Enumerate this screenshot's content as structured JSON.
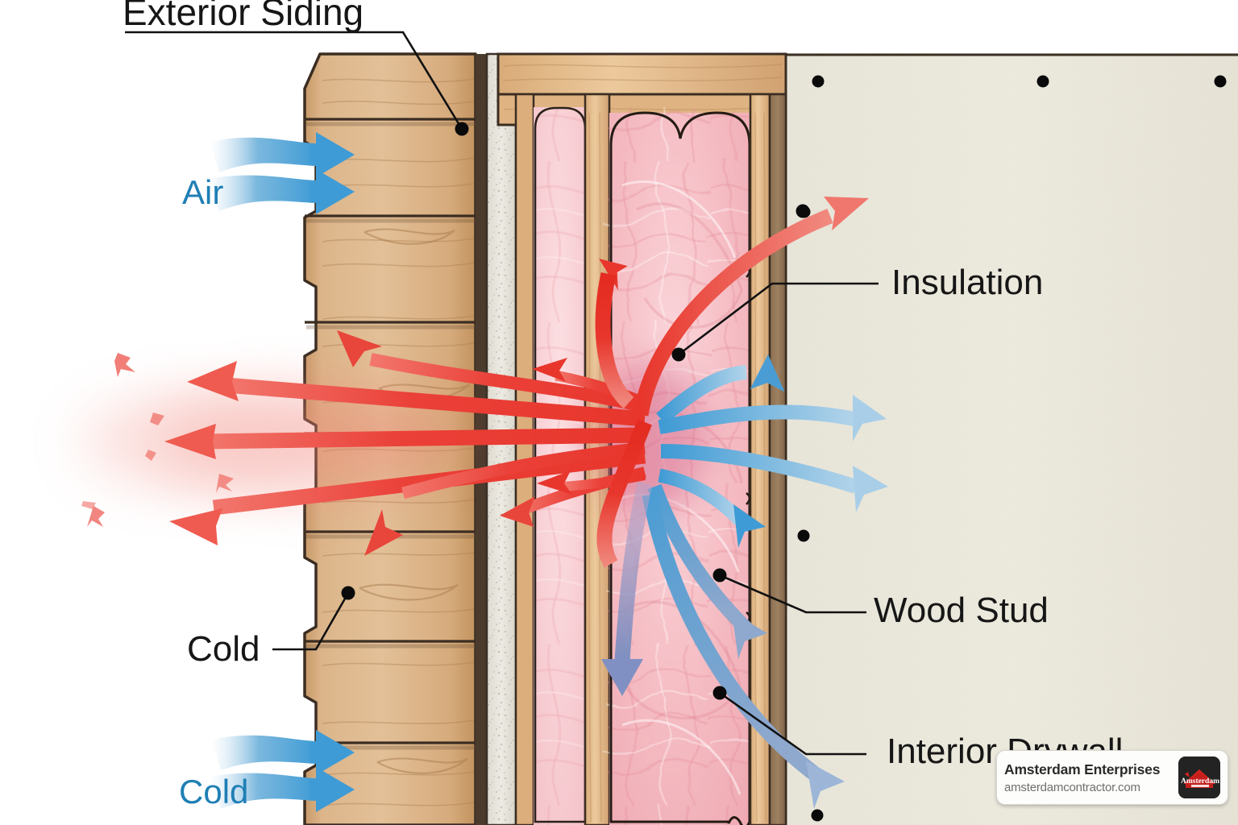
{
  "diagram": {
    "title": "Exterior Siding",
    "subject": "wall-section-heat-loss",
    "labels": {
      "exterior_siding": "Exterior Siding",
      "air": "Air",
      "cold_wall": "Cold",
      "cold_air": "Cold",
      "insulation": "Insulation",
      "wood_stud": "Wood Stud",
      "interior_drywall": "Interior Drywall"
    }
  },
  "colors": {
    "background": "#ffffff",
    "siding_wood": "#cfa271",
    "siding_wood_light": "#e0bd92",
    "sheathing": "#e6e4dc",
    "framing_wood": "#e3b887",
    "framing_wood_dark": "#8d7155",
    "insulation_pink": "#f4b5bd",
    "insulation_pink_light": "#f9d4d8",
    "drywall": "#edeade",
    "outline_dark": "#3b2d22",
    "heat_red": "#e8362c",
    "heat_red_light": "#f07a70",
    "cold_blue": "#3e9ad4",
    "cold_blue_light": "#a9cfe8",
    "label_text": "#161616",
    "label_blue": "#1f7fb5",
    "screw_dot": "#0a0a0a"
  },
  "flows": {
    "air_in_top": {
      "label": "Air",
      "direction": "right",
      "count": 2,
      "color": "#3e9ad4"
    },
    "air_in_bottom": {
      "label": "Cold",
      "direction": "right",
      "count": 2,
      "color": "#3e9ad4"
    },
    "heat_out": {
      "direction": "outward-left",
      "count": 9,
      "color": "#e8362c"
    },
    "cold_in": {
      "direction": "inward-right",
      "count": 6,
      "color": "#3e9ad4"
    }
  },
  "watermark": {
    "name": "Amsterdam Enterprises",
    "url": "amsterdamcontractor.com",
    "logo_text": "Amsterdam"
  }
}
